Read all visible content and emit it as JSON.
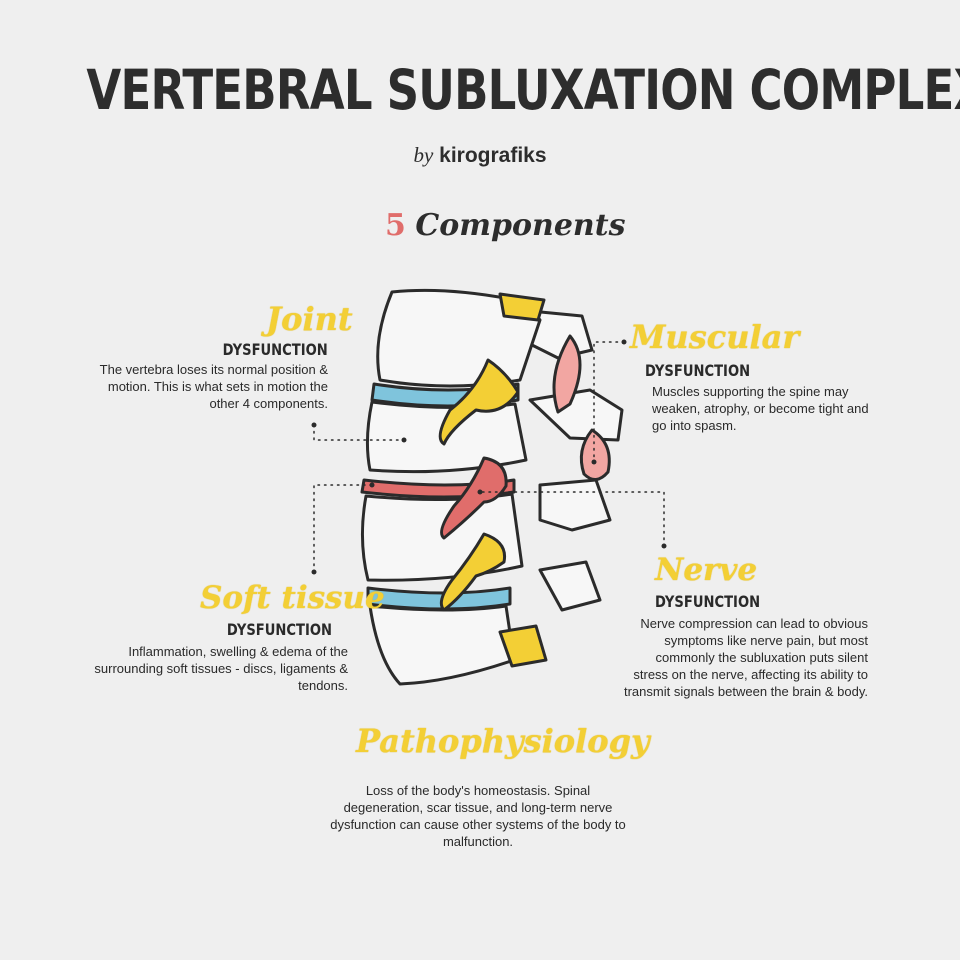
{
  "title": "VERTEBRAL SUBLUXATION COMPLEX",
  "byline": {
    "by": "by",
    "brand": "kirografiks"
  },
  "components_heading": {
    "number": "5",
    "label": "Components"
  },
  "components": {
    "joint": {
      "name": "Joint",
      "sub": "DYSFUNCTION",
      "text": "The vertebra loses its normal position & motion. This is what sets in motion the other 4 components."
    },
    "muscular": {
      "name": "Muscular",
      "sub": "DYSFUNCTION",
      "text": "Muscles supporting the spine may weaken, atrophy, or become tight and go into spasm."
    },
    "soft_tissue": {
      "name": "Soft tissue",
      "sub": "DYSFUNCTION",
      "text": "Inflammation, swelling & edema of the surrounding soft tissues - discs, ligaments & tendons."
    },
    "nerve": {
      "name": "Nerve",
      "sub": "DYSFUNCTION",
      "text": "Nerve compression can lead to obvious symptoms like nerve pain, but most commonly the subluxation puts silent stress on the nerve, affecting its ability to transmit signals between the brain & body."
    },
    "pathophysiology": {
      "name": "Pathophysiology",
      "text": "Loss of the body's homeostasis. Spinal degeneration, scar tissue, and long-term nerve dysfunction can cause other systems of the body to malfunction."
    }
  },
  "colors": {
    "accent_yellow": "#f3cf35",
    "accent_red": "#e06d6b",
    "disc_blue": "#7fc4dc",
    "muscle_pink": "#f2a6a2",
    "background": "#efefef"
  }
}
